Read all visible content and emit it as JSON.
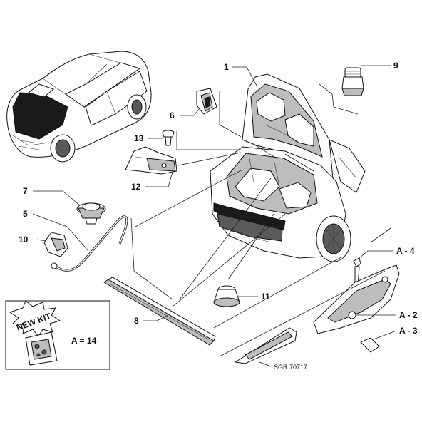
{
  "diagram": {
    "reference_code": "SGR.70717",
    "kit_label": "A = 14",
    "kit_badge_text": "NEW KIT",
    "callouts": [
      {
        "id": "1",
        "text": "1"
      },
      {
        "id": "9",
        "text": "9"
      },
      {
        "id": "6",
        "text": "6"
      },
      {
        "id": "13",
        "text": "13"
      },
      {
        "id": "12",
        "text": "12"
      },
      {
        "id": "7",
        "text": "7"
      },
      {
        "id": "5",
        "text": "5"
      },
      {
        "id": "10",
        "text": "10"
      },
      {
        "id": "8",
        "text": "8"
      },
      {
        "id": "11",
        "text": "11"
      },
      {
        "id": "A4",
        "text": "A - 4"
      },
      {
        "id": "A2",
        "text": "A - 2"
      },
      {
        "id": "A3",
        "text": "A - 3"
      }
    ]
  }
}
